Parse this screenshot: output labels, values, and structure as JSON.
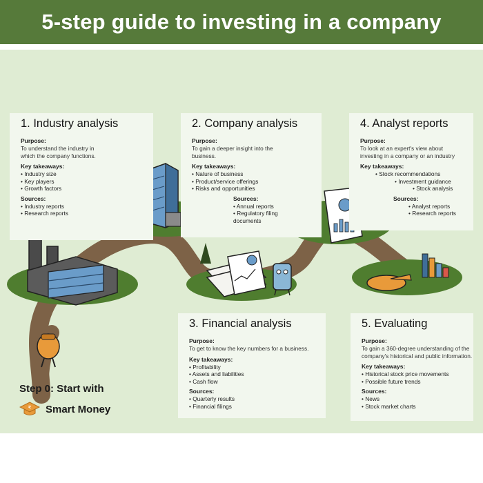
{
  "title": "5-step guide to investing in a company",
  "step0": {
    "label": "Step 0: Start with",
    "brand": "Smart Money"
  },
  "steps": [
    {
      "heading": "1. Industry analysis",
      "purpose_label": "Purpose:",
      "purpose": "To understand the industry in which the company functions.",
      "takeaways_label": "Key takeaways:",
      "takeaways": [
        "Industry size",
        "Key players",
        "Growth factors"
      ],
      "sources_label": "Sources:",
      "sources": [
        "Industry reports",
        "Research reports"
      ]
    },
    {
      "heading": "2. Company analysis",
      "purpose_label": "Purpose:",
      "purpose": "To gain a deeper insight into the business.",
      "takeaways_label": "Key takeaways:",
      "takeaways": [
        "Nature of business",
        "Product/service offerings",
        "Risks and opportunities"
      ],
      "sources_label": "Sources:",
      "sources": [
        "Annual reports",
        "Regulatory filing documents"
      ]
    },
    {
      "heading": "3. Financial analysis",
      "purpose_label": "Purpose:",
      "purpose": "To get to know the key numbers for a business.",
      "takeaways_label": "Key takeaways:",
      "takeaways": [
        "Profitability",
        "Assets and liabilities",
        "Cash flow"
      ],
      "sources_label": "Sources:",
      "sources": [
        "Quarterly results",
        "Financial filings"
      ]
    },
    {
      "heading": "4. Analyst reports",
      "purpose_label": "Purpose:",
      "purpose": "To look at an expert's view about investing in a company or an industry",
      "takeaways_label": "Key takeaways:",
      "takeaways": [
        "Stock recommendations",
        "Investment guidance",
        "Stock analysis"
      ],
      "sources_label": "Sources:",
      "sources": [
        "Analyst reports",
        "Research reports"
      ]
    },
    {
      "heading": "5. Evaluating",
      "purpose_label": "Purpose:",
      "purpose": "To gain a 360-degree understanding of the company's historical and public information.",
      "takeaways_label": "Key takeaways:",
      "takeaways": [
        "Historical stock price movements",
        "Possible future trends"
      ],
      "sources_label": "Sources:",
      "sources": [
        "News",
        "Stock market charts"
      ]
    }
  ],
  "colors": {
    "header_bg": "#567a3a",
    "panel_bg": "#dfecd3",
    "card_bg": "#f2f7ee",
    "path": "#7d6247",
    "grass": "#4f7d2f",
    "building_blue": "#6a9cc9",
    "logo_orange": "#e89a3a"
  }
}
